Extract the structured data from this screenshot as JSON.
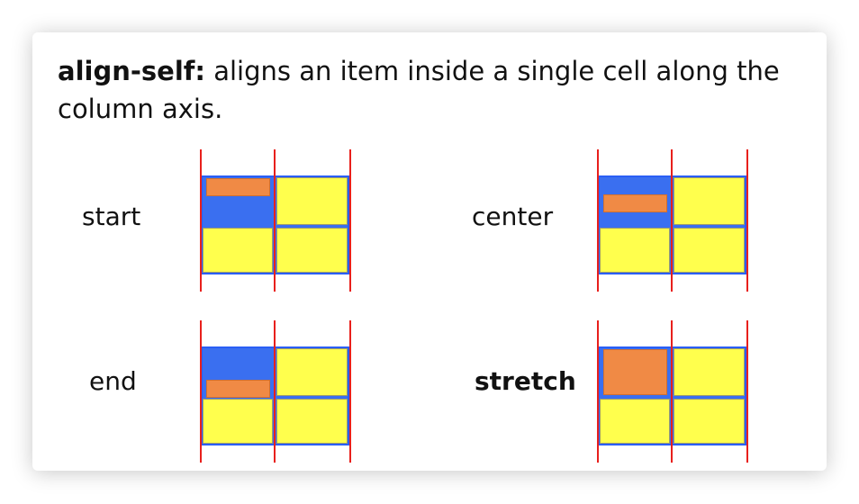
{
  "title": {
    "keyword": "align-self:",
    "text": " aligns an item inside a single cell along the column axis."
  },
  "examples": [
    {
      "label": "start",
      "align": "start",
      "active": false
    },
    {
      "label": "center",
      "align": "center",
      "active": false
    },
    {
      "label": "end",
      "align": "end",
      "active": false
    },
    {
      "label": "stretch",
      "align": "stretch",
      "active": true
    }
  ],
  "colors": {
    "grid": "#3a6ff0",
    "cell": "#ffff4d",
    "item": "#f08a45",
    "line": "#e8201c"
  }
}
